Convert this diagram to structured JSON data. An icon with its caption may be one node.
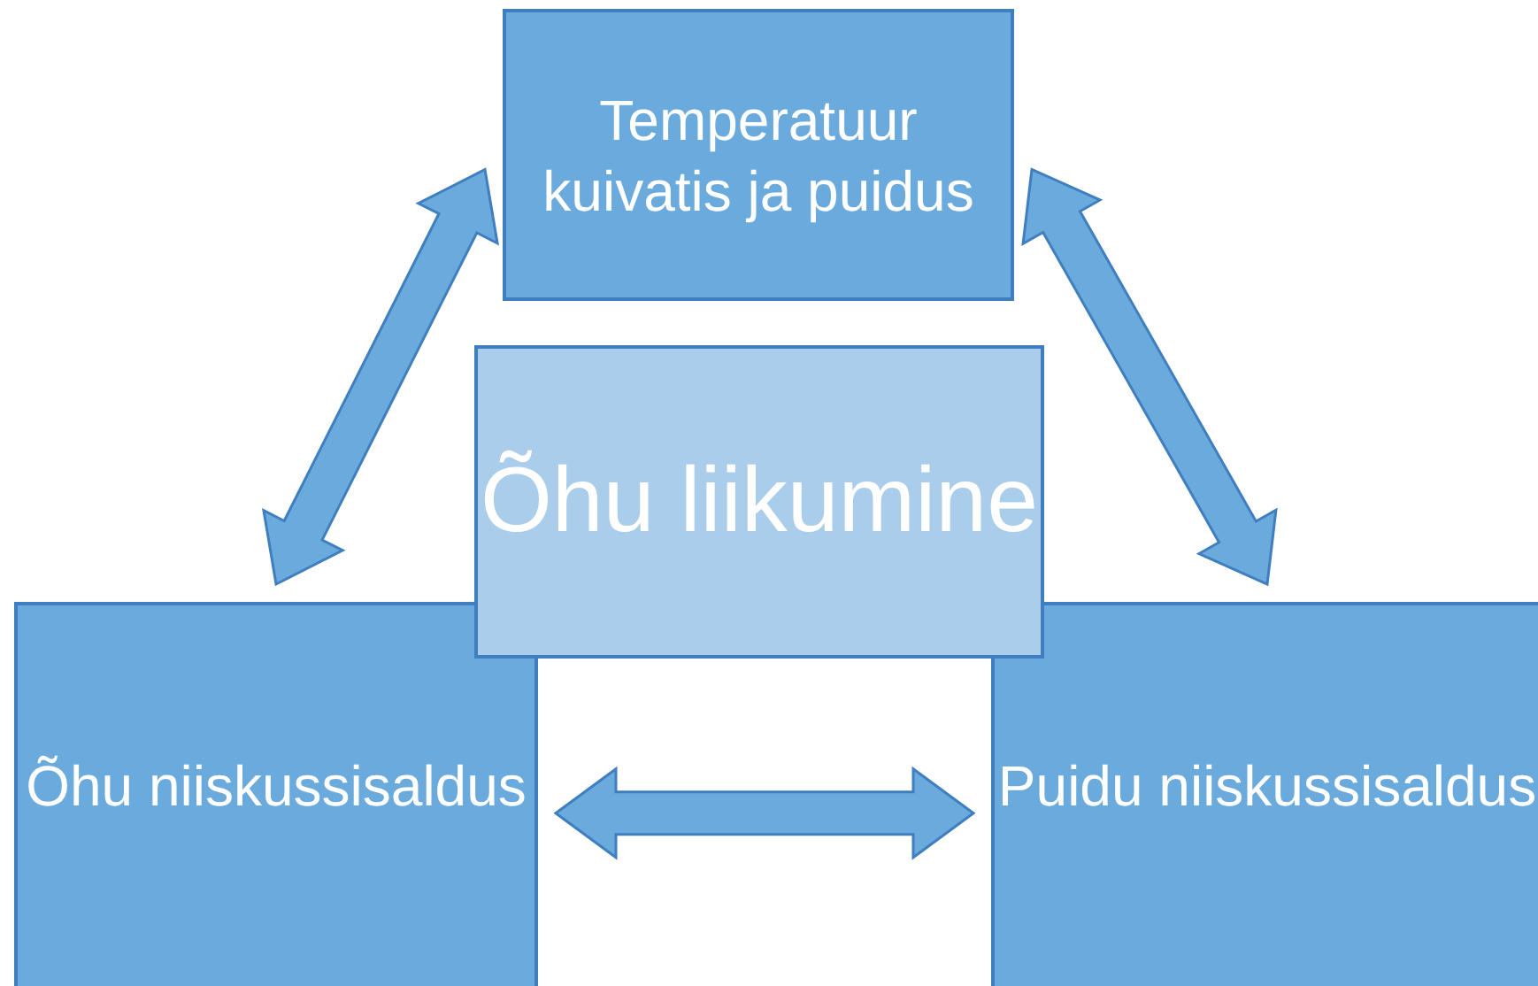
{
  "diagram": {
    "nodes": [
      {
        "text": [
          "Temperatuur kuivatis ja puidus"
        ]
      },
      {
        "text": [
          "Õhu liikumine"
        ]
      },
      {
        "text": [
          "Õhu niiskussisaldus"
        ]
      },
      {
        "text": [
          "Puidu niiskussisaldus"
        ]
      }
    ],
    "edges": [
      {
        "from": 2,
        "to": 0,
        "arrow": "both"
      },
      {
        "from": 0,
        "to": 3,
        "arrow": "both"
      },
      {
        "from": 2,
        "to": 3,
        "arrow": "both"
      }
    ]
  }
}
